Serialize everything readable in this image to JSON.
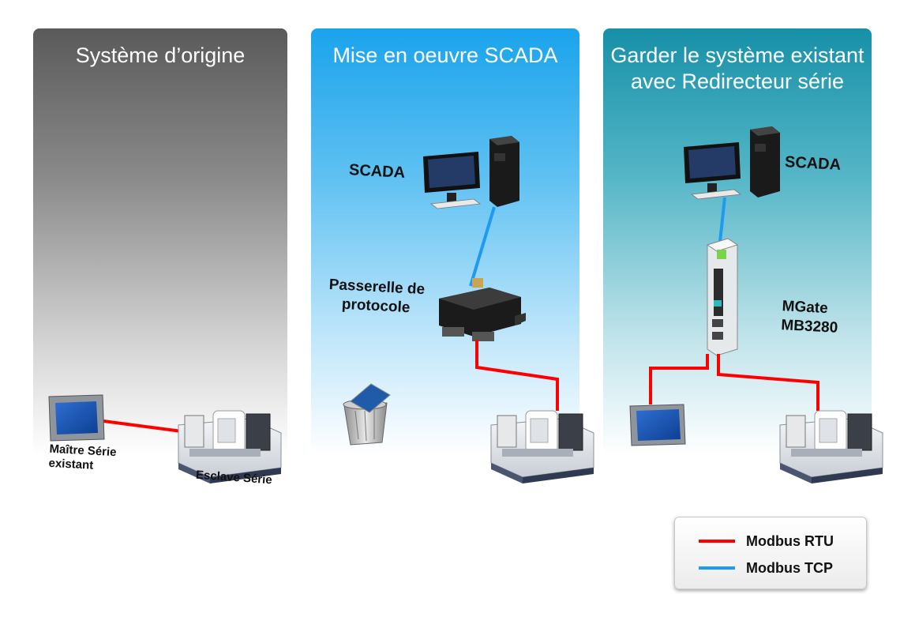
{
  "panels": {
    "original": {
      "title": "Système d’origine"
    },
    "scada": {
      "title": "Mise en oeuvre SCADA"
    },
    "redirector": {
      "title_line1": "Garder le système existant",
      "title_line2": "avec Redirecteur série"
    }
  },
  "labels": {
    "master_line1": "Maître Série",
    "master_line2": "existant",
    "slave": "Esclave Série",
    "scada_1": "SCADA",
    "gateway_line1": "Passerelle de",
    "gateway_line2": "protocole",
    "scada_2": "SCADA",
    "mgate_line1": "MGate",
    "mgate_line2": "MB3280"
  },
  "legend": {
    "items": [
      {
        "label": "Modbus RTU",
        "color": "#ff0000"
      },
      {
        "label": "Modbus TCP",
        "color": "#1e9bf0"
      }
    ]
  },
  "colors": {
    "rtu": "#ff0000",
    "tcp": "#1e9bf0"
  }
}
